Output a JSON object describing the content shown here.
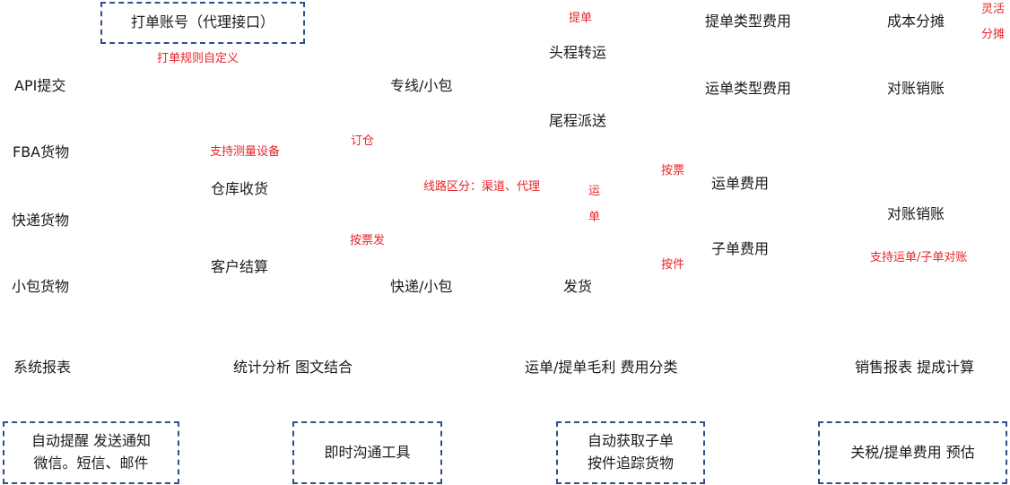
{
  "top_box": "打单账号（代理接口）",
  "red": {
    "print_rules": "打单规则自定义",
    "tidan": "提单",
    "flexible_1": "灵活",
    "flexible_2": "分摊",
    "measure": "支持测量设备",
    "dingcang": "订仓",
    "route_split": "线路区分：渠道、代理",
    "yun": "运",
    "dan": "单",
    "by_ticket": "按票",
    "by_ticket_ship": "按票发",
    "by_piece": "按件",
    "support_reconcile": "支持运单/子单对账"
  },
  "nodes": {
    "api_submit": "API提交",
    "fba_goods": "FBA货物",
    "express_goods": "快递货物",
    "parcel_goods": "小包货物",
    "warehouse_receive": "仓库收货",
    "customer_settle": "客户结算",
    "dedicated_line": "专线/小包",
    "express_parcel": "快递/小包",
    "first_leg": "头程转运",
    "last_mile": "尾程派送",
    "ship": "发货",
    "bill_fee_type": "提单类型费用",
    "waybill_fee_type": "运单类型费用",
    "waybill_fee": "运单费用",
    "subbill_fee": "子单费用",
    "cost_allocation": "成本分摊",
    "reconcile_1": "对账销账",
    "reconcile_2": "对账销账"
  },
  "reports": {
    "system": "系统报表",
    "stats": "统计分析 图文结合",
    "profit": "运单/提单毛利 费用分类",
    "sales": "销售报表 提成计算"
  },
  "bottom_boxes": {
    "remind_line1": "自动提醒 发送通知",
    "remind_line2": "微信。短信、邮件",
    "im": "即时沟通工具",
    "auto_line1": "自动获取子单",
    "auto_line2": "按件追踪货物",
    "tax": "关税/提单费用 预估"
  }
}
